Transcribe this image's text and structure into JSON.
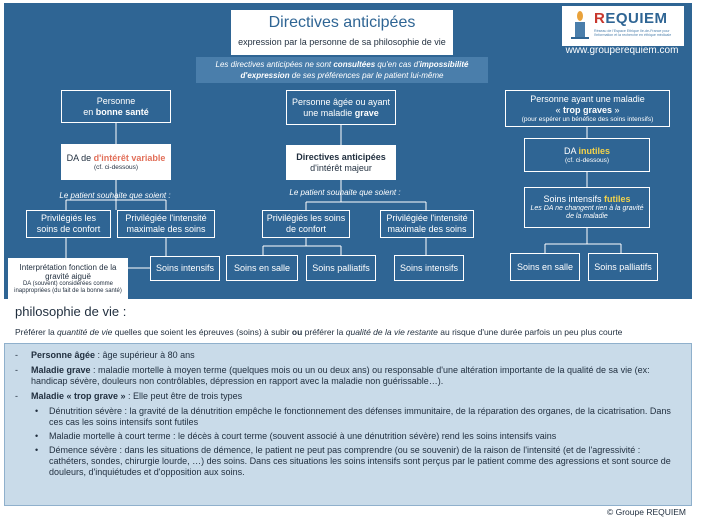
{
  "header": {
    "title": "Directives anticipées",
    "subtitle": "expression par la personne de sa philosophie de vie",
    "intro_1": "Les directives anticipées ne sont ",
    "intro_2": "consultées",
    "intro_3": " qu'en cas d'",
    "intro_4": "impossibilité",
    "intro_5": "d'expression",
    "intro_6": " de ses préférences par le patient lui-même"
  },
  "logo": {
    "name_r": "R",
    "name_rest": "EQUIEM",
    "tagline": "Réseau de l'Espace Ethique Ile-de-France pour l'information et la recherche en éthique médicale",
    "website": "www.grouperequiem.com"
  },
  "colors": {
    "background": "#2f6594",
    "accent_red": "#e2705a",
    "accent_yellow": "#f3d34a",
    "panel": "#c9dbe9"
  },
  "col1": {
    "top_a": "Personne",
    "top_b1": "en ",
    "top_b2": "bonne santé",
    "da_a": "DA de ",
    "da_b": "d'intérêt variable",
    "da_c": "(cf. ci-dessous)",
    "caption": "Le patient souhaite que soient :",
    "left": "Privilégiés les soins de confort",
    "right": "Privilégiée l'intensité maximale des soins",
    "interp_a": "Interprétation fonction de la gravité aiguë",
    "interp_b": "DA (souvent) considérées comme inappropriées (du fait de la bonne santé)",
    "intensive": "Soins intensifs"
  },
  "col2": {
    "top_a": "Personne âgée ou ayant",
    "top_b1": "une maladie ",
    "top_b2": "grave",
    "da_a": "Directives anticipées",
    "da_b": "d'intérêt majeur",
    "caption": "Le patient souhaite que soient :",
    "left": "Privilégiés les soins de confort",
    "right": "Privilégiée l'intensité maximale des soins",
    "salle": "Soins en salle",
    "palliatifs": "Soins palliatifs",
    "intensive": "Soins intensifs"
  },
  "col3": {
    "top_a": "Personne ayant une maladie",
    "top_b1": "« ",
    "top_b2": "trop graves",
    "top_b3": " »",
    "top_c": "(pour espérer un bénéfice des soins intensifs)",
    "da_a": "DA ",
    "da_b": "inutiles",
    "da_c": "(cf. ci-dessous)",
    "si_a": "Soins intensifs ",
    "si_b": "futiles",
    "si_c": "Les DA ne changent rien à la gravité de la maladie",
    "salle": "Soins en salle",
    "palliatifs": "Soins palliatifs"
  },
  "philosophy": {
    "title": "philosophie de vie :",
    "p1": "Préférer la ",
    "p2": "quantité de vie",
    "p3": " quelles que soient les épreuves (soins) à subir ",
    "p4": "ou",
    "p5": " préférer la ",
    "p6": "qualité de la vie restante",
    "p7": " au risque d'une durée parfois un peu plus courte"
  },
  "definitions": {
    "dash": "-",
    "bullet": "•",
    "d1_term": "Personne âgée",
    "d1_text": " : âge supérieur à 80 ans",
    "d2_term": "Maladie grave",
    "d2_text": " : maladie mortelle à moyen terme (quelques mois ou un ou deux ans) ou responsable d'une altération importante de la qualité de sa vie (ex: handicap sévère, douleurs non contrôlables, dépression en rapport avec la maladie non guérissable…).",
    "d3_term": "Maladie « trop grave »",
    "d3_text": " : Elle peut être de trois types",
    "s1": "Dénutrition sévère : la gravité de la dénutrition empêche le fonctionnement des défenses immunitaire, de la réparation des organes, de la cicatrisation. Dans ces cas les soins intensifs sont futiles",
    "s2": "Maladie mortelle à court terme : le décès à court terme (souvent associé à une dénutrition sévère) rend les soins intensifs vains",
    "s3": "Démence sévère : dans les situations de démence, le patient ne peut pas comprendre (ou se souvenir) de la raison de l'intensité (et de l'agressivité : cathéters, sondes, chirurgie lourde, …) des soins. Dans ces situations les soins intensifs sont perçus par le patient comme des agressions et sont source de douleurs, d'inquiétudes et d'opposition aux soins."
  },
  "footer": "© Groupe REQUIEM"
}
